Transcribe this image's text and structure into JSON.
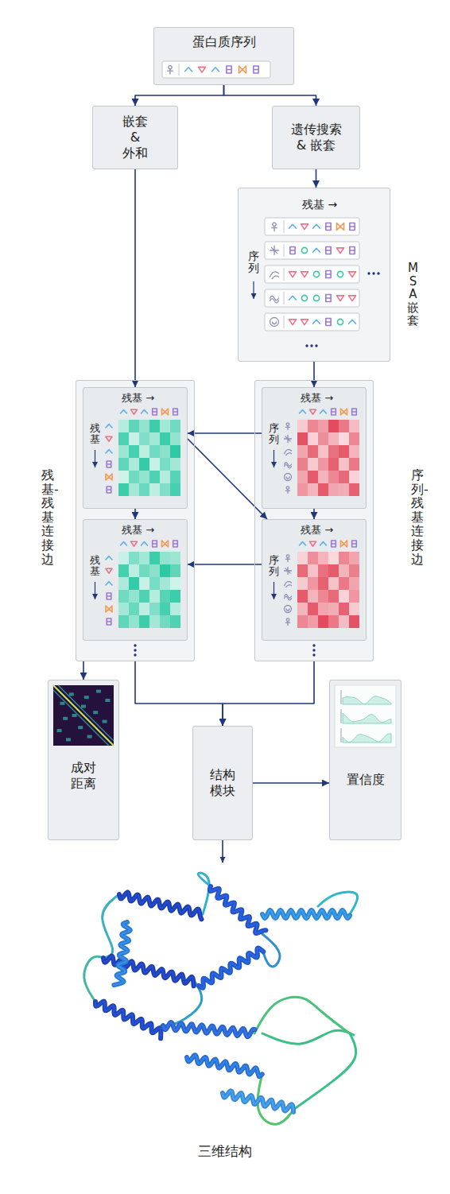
{
  "diagram": {
    "nodes": [
      {
        "text": [
          "蛋白质序列"
        ]
      },
      {
        "text": [
          "嵌套 & 外和"
        ]
      },
      {
        "text": [
          "遗传搜索 & 嵌套"
        ]
      },
      {
        "text": [
          "残基 →",
          "序列",
          "MSA 嵌套"
        ]
      },
      {
        "text": [
          "残基-残基连接边"
        ]
      },
      {
        "text": [
          "残基 →",
          "残基"
        ],
        "in": 4
      },
      {
        "text": [
          "残基 →",
          "残基"
        ],
        "in": 4
      },
      {
        "text": [
          "序列-残基连接边"
        ]
      },
      {
        "text": [
          "残基 →",
          "序列"
        ],
        "in": 7
      },
      {
        "text": [
          "残基 →",
          "序列"
        ],
        "in": 7
      },
      {
        "text": [
          "成对 距离"
        ]
      },
      {
        "text": [
          "结构 模块"
        ]
      },
      {
        "text": [
          "置信度"
        ]
      }
    ],
    "edges": [
      {
        "from": 0,
        "to": 1,
        "arrow": "to"
      },
      {
        "from": 0,
        "to": 2,
        "arrow": "to"
      },
      {
        "from": 1,
        "to": 5,
        "arrow": "to"
      },
      {
        "from": 2,
        "to": 3,
        "arrow": "to"
      },
      {
        "from": 3,
        "to": 8,
        "arrow": "to"
      },
      {
        "from": 8,
        "to": 5,
        "arrow": "to"
      },
      {
        "from": 5,
        "to": 9,
        "arrow": "to"
      },
      {
        "from": 5,
        "to": 6,
        "arrow": "to"
      },
      {
        "from": 8,
        "to": 9,
        "arrow": "to"
      },
      {
        "from": 9,
        "to": 6,
        "arrow": "to"
      },
      {
        "from": 4,
        "to": 10,
        "arrow": "to"
      },
      {
        "from": 4,
        "to": 11,
        "arrow": "to"
      },
      {
        "from": 7,
        "to": 11,
        "arrow": "to"
      },
      {
        "from": 11,
        "to": 12,
        "arrow": "to"
      }
    ],
    "labels": [
      "三维结构"
    ]
  }
}
